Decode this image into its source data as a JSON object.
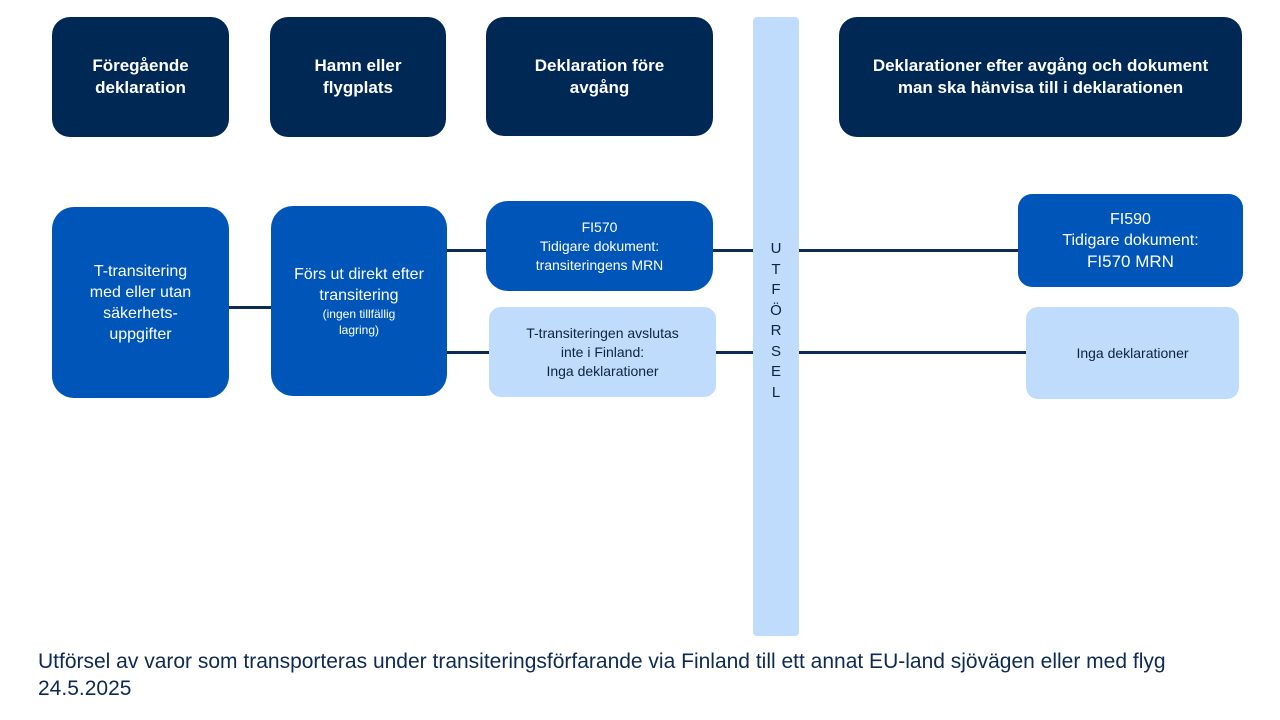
{
  "headers": [
    "Föregående deklaration",
    "Hamn eller flygplats",
    "Deklaration före avgång",
    "Deklarationer efter avgång och dokument man ska hänvisa till i deklarationen"
  ],
  "exit_bar": [
    "U",
    "T",
    "F",
    "Ö",
    "R",
    "S",
    "E",
    "L"
  ],
  "boxes": {
    "transit": "T-transitering med eller utan säkerhets-uppgifter",
    "direct": {
      "title": "Förs ut direkt efter transitering",
      "note": "(ingen tillfällig lagring)"
    },
    "fi570": {
      "line1": "FI570",
      "line2": "Tidigare dokument:",
      "line3": "transiteringens MRN"
    },
    "not_finland": {
      "line1": "T-transiteringen avslutas",
      "line2": "inte i Finland:",
      "line3": "Inga deklarationer"
    },
    "fi590": {
      "line1": "FI590",
      "line2": "Tidigare dokument:",
      "line3": "FI570 MRN"
    },
    "none": "Inga deklarationer"
  },
  "footer": "Utförsel av varor som transporteras under transiteringsförfarande via Finland till ett annat EU-land sjövägen eller med flyg 24.5.2025",
  "colors": {
    "header": "#002855",
    "primary": "#0056b8",
    "light": "#bfdcfc"
  }
}
